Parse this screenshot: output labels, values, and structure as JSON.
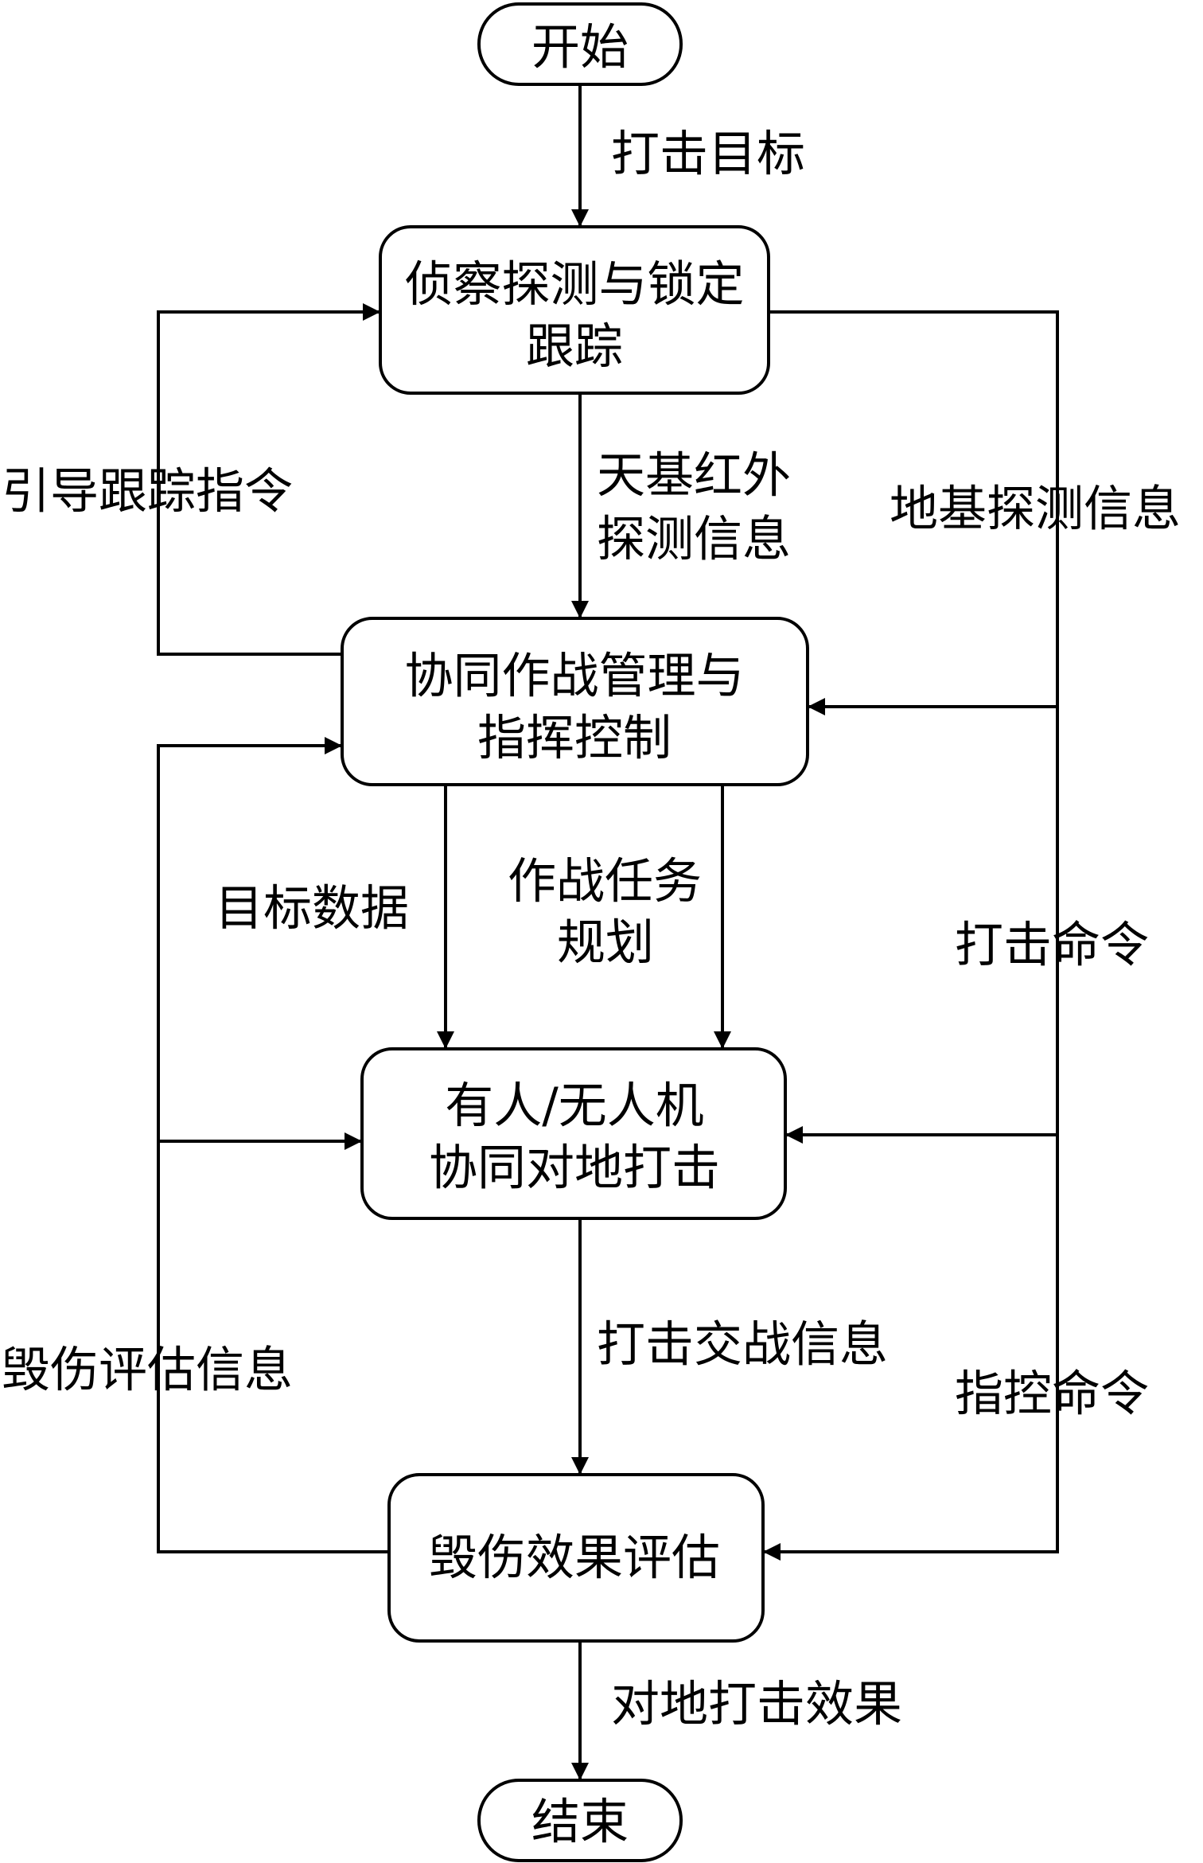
{
  "nodes": {
    "start": {
      "lines": [
        "开始"
      ]
    },
    "recon": {
      "lines": [
        "侦察探测与锁定",
        "跟踪"
      ]
    },
    "command": {
      "lines": [
        "协同作战管理与",
        "指挥控制"
      ]
    },
    "strike": {
      "lines": [
        "有人/无人机",
        "协同对地打击"
      ]
    },
    "assess": {
      "lines": [
        "毁伤效果评估"
      ]
    },
    "end": {
      "lines": [
        "结束"
      ]
    }
  },
  "edges": {
    "strike_target": "打击目标",
    "space_ir_1": "天基红外",
    "space_ir_2": "探测信息",
    "guide_track": "引导跟踪指令",
    "ground_detect": "地基探测信息",
    "target_data": "目标数据",
    "mission_plan_1": "作战任务",
    "mission_plan_2": "规划",
    "strike_cmd": "打击命令",
    "engage_info": "打击交战信息",
    "damage_info": "毁伤评估信息",
    "control_cmd": "指控命令",
    "strike_effect": "对地打击效果"
  }
}
